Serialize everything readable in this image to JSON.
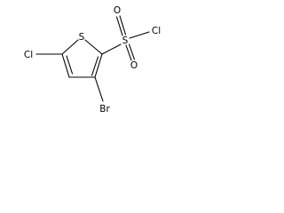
{
  "atoms": {
    "sulfur_ring": "S",
    "sulfur_sulfonyl": "S",
    "oxygen_top": "O",
    "oxygen_bottom": "O",
    "chlorine_sulfonyl": "Cl",
    "chlorine_ring": "Cl",
    "bromine": "Br"
  }
}
